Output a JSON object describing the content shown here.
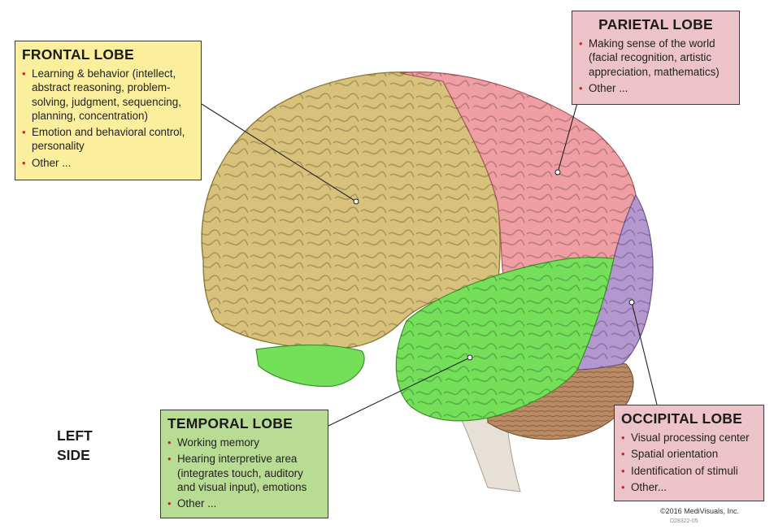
{
  "side_label": [
    "LEFT",
    "SIDE"
  ],
  "lobes": {
    "frontal": {
      "title": "FRONTAL LOBE",
      "items": [
        "Learning & behavior (intellect, abstract reasoning, problem-solving, judgment, sequencing, planning, concentration)",
        "Emotion and behavioral control, personality",
        "Other ..."
      ]
    },
    "parietal": {
      "title": "PARIETAL LOBE",
      "items": [
        "Making sense of the world (facial recognition, artistic appreciation, mathematics)",
        "Other ..."
      ]
    },
    "temporal": {
      "title": "TEMPORAL LOBE",
      "items": [
        "Working memory",
        "Hearing interpretive area (integrates touch, auditory and visual input), emotions",
        "Other ..."
      ]
    },
    "occipital": {
      "title": "OCCIPITAL LOBE",
      "items": [
        "Visual processing center",
        "Spatial orientation",
        "Identification of stimuli",
        "Other..."
      ]
    }
  },
  "copyright": "©2016 MediVisuals, Inc.",
  "code": "D28322-05",
  "colors": {
    "frontal": "#d8c17a",
    "parietal": "#ef9fa3",
    "temporal": "#74e05a",
    "occipital": "#b497cf",
    "cerebellum": "#b98a63",
    "brainstem": "#e7e0d6",
    "bullet": "#d0202a"
  }
}
